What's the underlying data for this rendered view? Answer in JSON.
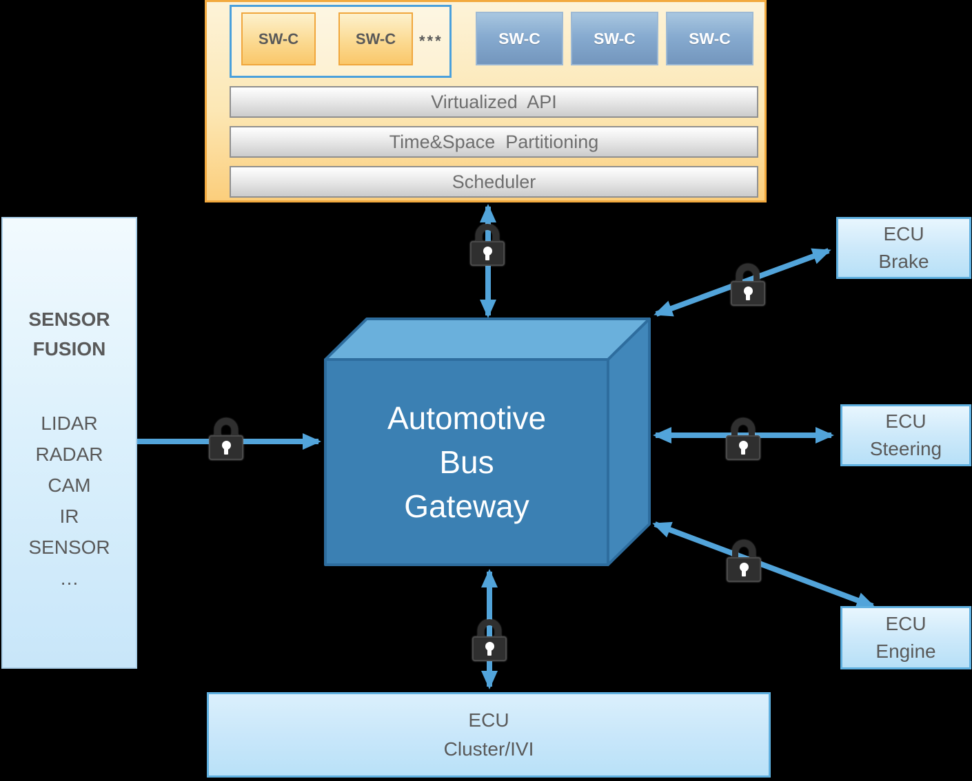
{
  "colors": {
    "background": "#000000",
    "arrow": "#52a4da",
    "hypervisor_border": "#f2a93e",
    "partition_border": "#4aa0dc",
    "gateway_front": "#3b80b3",
    "gateway_top": "#6ab0dc",
    "gateway_side": "#4187ba",
    "ecu_border": "#5fb0e0",
    "lock_body": "#2f2f2f"
  },
  "icons": {
    "lock": "padlock"
  },
  "hypervisor": {
    "orange_swc": [
      "SW-C",
      "SW-C"
    ],
    "more_label": "***",
    "blue_swc": [
      "SW-C",
      "SW-C",
      "SW-C"
    ],
    "layers": [
      "Virtualized  API",
      "Time&Space  Partitioning",
      "Scheduler"
    ]
  },
  "sensor_fusion": {
    "title": "SENSOR\nFUSION",
    "items": "LIDAR\nRADAR\nCAM\nIR\nSENSOR\n…"
  },
  "gateway": {
    "label": "Automotive\nBus\nGateway"
  },
  "ecus": [
    {
      "label": "ECU\nBrake"
    },
    {
      "label": "ECU\nSteering"
    },
    {
      "label": "ECU\nEngine"
    }
  ],
  "cluster": {
    "label": "ECU\nCluster/IVI"
  }
}
